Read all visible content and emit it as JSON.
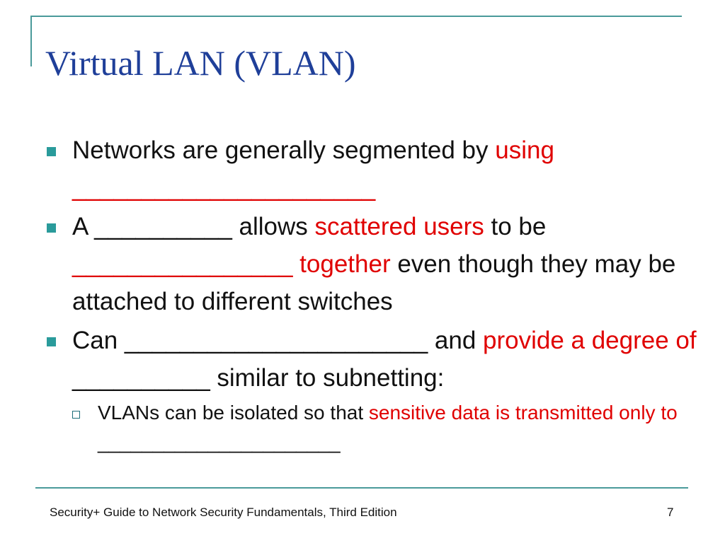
{
  "slide": {
    "title": "Virtual LAN (VLAN)",
    "bullets": [
      {
        "segments": [
          {
            "text": "Networks are generally segmented by ",
            "color": "black"
          },
          {
            "text": "using",
            "color": "red"
          },
          {
            "text": " ______________________",
            "color": "red"
          }
        ]
      },
      {
        "segments": [
          {
            "text": "A __________ allows ",
            "color": "black"
          },
          {
            "text": "scattered users",
            "color": "red"
          },
          {
            "text": " to be ",
            "color": "black"
          },
          {
            "text": "________________ together",
            "color": "red"
          },
          {
            "text": " even though they may be attached to different switches",
            "color": "black"
          }
        ]
      },
      {
        "segments": [
          {
            "text": "Can ______________________ and ",
            "color": "black"
          },
          {
            "text": "provide a degree of",
            "color": "red"
          },
          {
            "text": " __________ similar to subnetting:",
            "color": "black"
          }
        ]
      }
    ],
    "sub_bullets": [
      {
        "segments": [
          {
            "text": "VLANs can be isolated so that ",
            "color": "black"
          },
          {
            "text": "sensitive data is transmitted only to",
            "color": "red"
          },
          {
            "text": " ______________________",
            "color": "black"
          }
        ]
      }
    ]
  },
  "footer": {
    "left": "Security+ Guide to Network Security Fundamentals, Third Edition",
    "page_number": "7"
  },
  "colors": {
    "accent": "#4a9a9a",
    "title": "#1f3f99",
    "highlight": "#e00000"
  }
}
